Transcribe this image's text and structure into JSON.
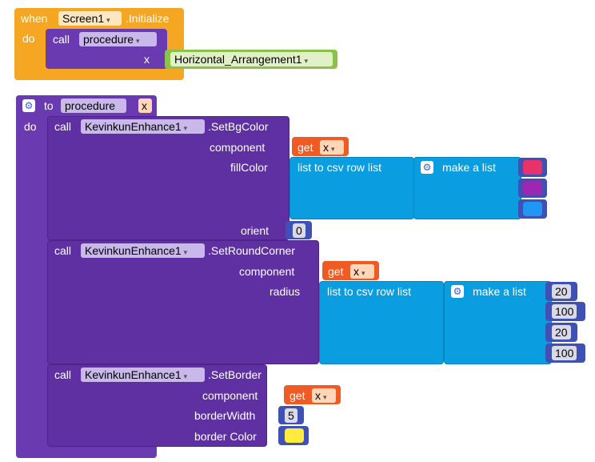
{
  "init_block": {
    "when": "when",
    "component": "Screen1",
    "event": ".Initialize",
    "do": "do",
    "call": "call",
    "procedure": "procedure",
    "arg_name": "x",
    "arg_value": "Horizontal_Arrangement1"
  },
  "proc_def": {
    "to": "to",
    "name": "procedure",
    "param": "x",
    "do": "do"
  },
  "call_bg": {
    "call": "call",
    "component": "KevinkunEnhance1",
    "method": ".SetBgColor",
    "component_label": "component",
    "get": "get",
    "get_var": "x",
    "fillcolor_label": "fillColor",
    "list_csv": "list to csv row  list",
    "make_list": "make a list",
    "colors": [
      "#e8336a",
      "#9c27b0",
      "#2196f3"
    ],
    "orient_label": "orient",
    "orient_value": "0"
  },
  "call_round": {
    "call": "call",
    "component": "KevinkunEnhance1",
    "method": ".SetRoundCorner",
    "component_label": "component",
    "get": "get",
    "get_var": "x",
    "radius_label": "radius",
    "list_csv": "list to csv row  list",
    "make_list": "make a list",
    "values": [
      "20",
      "100",
      "20",
      "100"
    ]
  },
  "call_border": {
    "call": "call",
    "component": "KevinkunEnhance1",
    "method": ".SetBorder",
    "component_label": "component",
    "get": "get",
    "get_var": "x",
    "width_label": "borderWidth",
    "width_value": "5",
    "color_label": "border Color",
    "border_color": "#ffeb3b"
  },
  "dropdown_arrow": "▾"
}
